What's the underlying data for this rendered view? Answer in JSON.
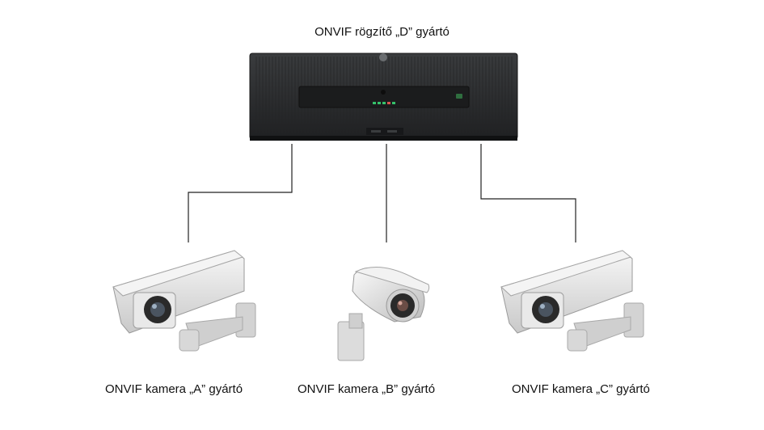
{
  "recorder": {
    "label": "ONVIF rögzítő „D” gyártó"
  },
  "cameras": [
    {
      "id": "A",
      "label": "ONVIF kamera „A” gyártó"
    },
    {
      "id": "B",
      "label": "ONVIF kamera „B” gyártó"
    },
    {
      "id": "C",
      "label": "ONVIF kamera „C” gyártó"
    }
  ],
  "colors": {
    "recorder_body": "#2b2d2f",
    "camera_housing": "#e3e3e3",
    "connector_line": "#222222",
    "led": "#35c06a"
  }
}
